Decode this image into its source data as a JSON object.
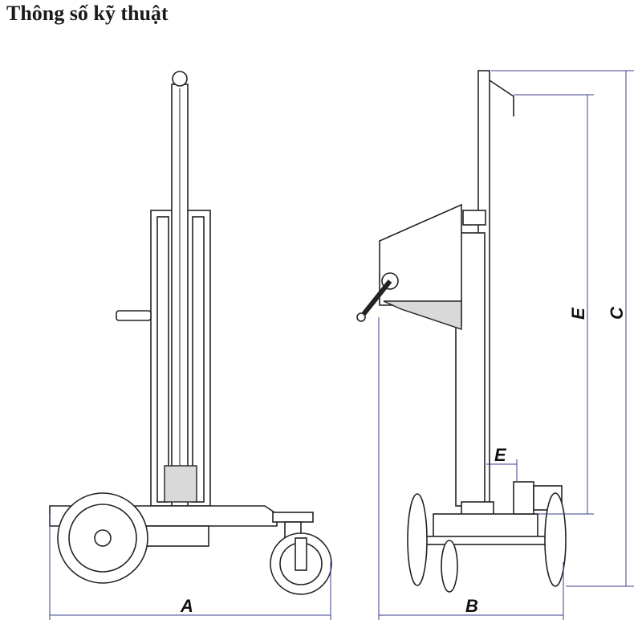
{
  "title": "Thông số kỹ thuật",
  "dimensions": {
    "width_front": "A",
    "width_side": "B",
    "total_height": "C",
    "lift_height": "E",
    "fork_offset": "E"
  },
  "colors": {
    "dimension_line": "#3b3f8f",
    "outline": "#222222"
  }
}
